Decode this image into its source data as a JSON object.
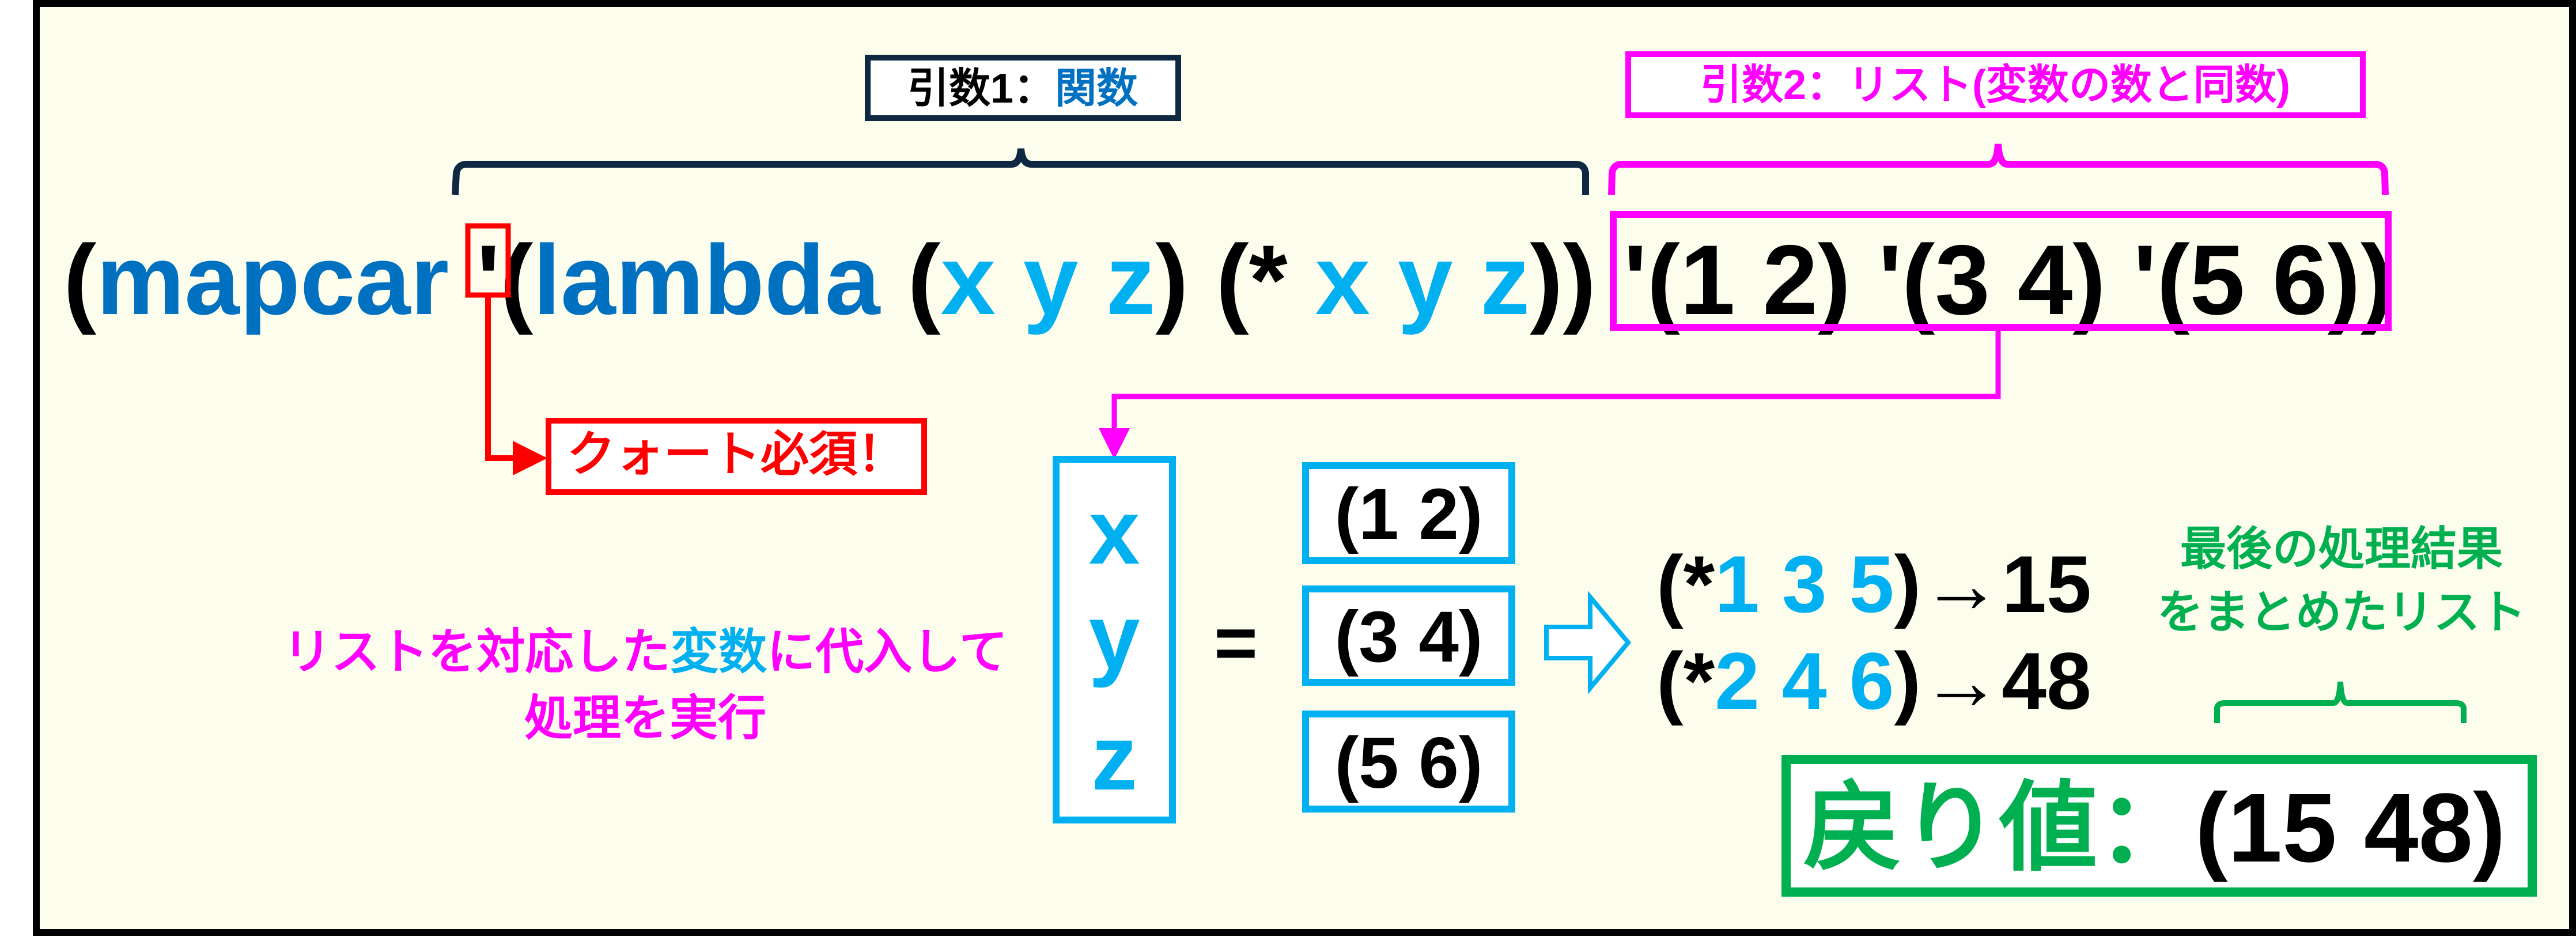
{
  "colors": {
    "background": "#fdfdee",
    "frame": "#000000",
    "navy": "#0e2841",
    "blue": "#0070c0",
    "light_blue": "#00b0f0",
    "magenta": "#ff00ff",
    "red": "#ff0000",
    "green": "#00b050",
    "black": "#000000"
  },
  "labels": {
    "arg1_prefix": "引数1：",
    "arg1_highlight": "関数",
    "arg2": "引数2：リスト(変数の数と同数)",
    "quote_required": "クォート必須！",
    "assign_line1_a": "リストを対応した",
    "assign_line1_b": "変数",
    "assign_line1_c": "に代入して",
    "assign_line2": "処理を実行",
    "result_note_line1": "最後の処理結果",
    "result_note_line2": "をまとめたリスト"
  },
  "code": {
    "open_paren": "(",
    "fn": "mapcar",
    "quote": "'",
    "lambda_open": "(",
    "lambda": "lambda",
    "params_open": "(",
    "params": "x y z",
    "params_close": ")",
    "body_open": "(*",
    "body_args": "x y z",
    "body_close": "))",
    "lists": "'(1 2) '(3 4) '(5 6)",
    "close_paren": ")"
  },
  "variables": [
    "x",
    "y",
    "z"
  ],
  "equals": "=",
  "list_values": [
    "(1 2)",
    "(3 4)",
    "(5 6)"
  ],
  "computations": [
    {
      "open": "(*",
      "args": "1 3 5",
      "close": ")",
      "arrow": "→",
      "result": "15"
    },
    {
      "open": "(*",
      "args": "2 4 6",
      "close": ")",
      "arrow": "→",
      "result": "48"
    }
  ],
  "return_value": {
    "label": "戻り値：",
    "value": "(15 48)"
  }
}
